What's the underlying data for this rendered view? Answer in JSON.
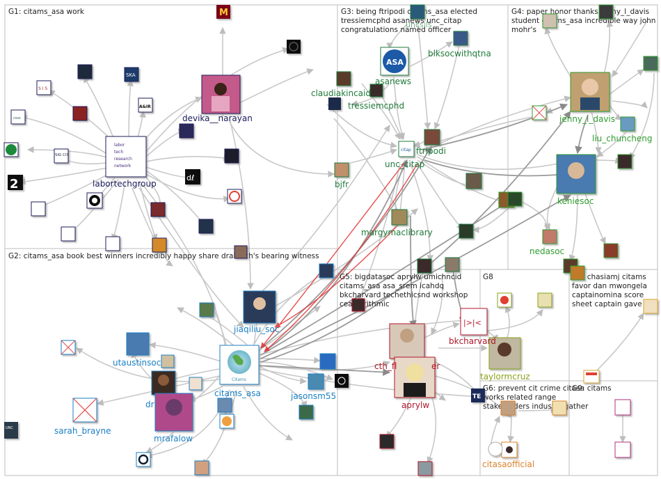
{
  "groups": [
    {
      "id": "G1",
      "title_lines": [
        "G1: citams_asa work"
      ],
      "color": "#222222"
    },
    {
      "id": "G2",
      "title_lines": [
        "G2: citams_asa book best winners incredibly happy share drallirich's bearing witness"
      ],
      "color": "#222222"
    },
    {
      "id": "G3",
      "title_lines": [
        "G3: being ftripodi citams_asa elected",
        "tressiemcphd asanews unc_citap",
        "congratulations named officer"
      ],
      "color": "#222222"
    },
    {
      "id": "G4",
      "title_lines": [
        "G4: paper honor thanks jenny_l_davis",
        "student citams_asa incredible way john",
        "mohr's"
      ],
      "color": "#222222"
    },
    {
      "id": "G5",
      "title_lines": [
        "G5: bigdatasoc aprylw umichncid",
        "citams_asa asa_srem icahdq",
        "bkcharvard techethicsnd workshop",
        "cealgorithmic"
      ],
      "color": "#222222"
    },
    {
      "id": "G6",
      "title_lines": [
        "G6: prevent cit crime citasa",
        "works related range",
        "stakeholders industry gather"
      ],
      "color": "#222222"
    },
    {
      "id": "G7",
      "title_lines": [
        "G7: chasiamj citams",
        "favor dan mwongela",
        "captainomina score",
        "sheet captain gave"
      ],
      "color": "#222222"
    },
    {
      "id": "G8",
      "title_lines": [
        "G8"
      ],
      "color": "#222222"
    },
    {
      "id": "G9",
      "title_lines": [
        "G9: citams"
      ],
      "color": "#222222"
    }
  ],
  "labels": [
    {
      "id": "labortechgroup",
      "text": "labortechgroup",
      "color": "#1a1a5a"
    },
    {
      "id": "devika",
      "text": "devika__narayan",
      "color": "#1a1a5a"
    },
    {
      "id": "citams_asa",
      "text": "citams_asa",
      "color": "#1a7fc4"
    },
    {
      "id": "jiaqiliu",
      "text": "jiaqiliu_soc",
      "color": "#1a7fc4"
    },
    {
      "id": "utaustinsoc",
      "text": "utaustinsoc",
      "color": "#1a7fc4"
    },
    {
      "id": "sarah",
      "text": "sarah_brayne",
      "color": "#1a7fc4"
    },
    {
      "id": "mrafalow",
      "text": "mrafalow",
      "color": "#1a7fc4"
    },
    {
      "id": "dr",
      "text": "dr",
      "color": "#1a7fc4"
    },
    {
      "id": "jasonsm55",
      "text": "jasonsm55",
      "color": "#1a7fc4"
    },
    {
      "id": "asanews",
      "text": "asanews",
      "color": "#1f7a3a"
    },
    {
      "id": "blksoc",
      "text": "blksocwithqtna",
      "color": "#1f7a3a"
    },
    {
      "id": "claudia",
      "text": "claudiakincaid",
      "color": "#1f7a3a"
    },
    {
      "id": "tressie",
      "text": "tressiemcphd",
      "color": "#1f7a3a"
    },
    {
      "id": "ftripodi",
      "text": "ftripodi",
      "color": "#1f7a3a"
    },
    {
      "id": "unc_citap",
      "text": "unc_citap",
      "color": "#1f7a3a"
    },
    {
      "id": "bjfr",
      "text": "bjfr",
      "color": "#1f7a3a"
    },
    {
      "id": "margy",
      "text": "margymaclibrary",
      "color": "#1f7a3a"
    },
    {
      "id": "uncsils",
      "text": "uncsils",
      "color": "#1f7a3a"
    },
    {
      "id": "jenny",
      "text": "jenny_l_davis",
      "color": "#2f9c2f"
    },
    {
      "id": "liu",
      "text": "liu_chuncheng",
      "color": "#2f9c2f"
    },
    {
      "id": "keniesoc",
      "text": "keniesoc",
      "color": "#2f9c2f"
    },
    {
      "id": "nedasoc",
      "text": "nedasoc",
      "color": "#2f9c2f"
    },
    {
      "id": "bkcharvard",
      "text": "bkcharvard",
      "color": "#b0182a"
    },
    {
      "id": "cth",
      "text": "cth_fl",
      "color": "#b0182a"
    },
    {
      "id": "er",
      "text": "er",
      "color": "#b0182a"
    },
    {
      "id": "aprylw",
      "text": "aprylw",
      "color": "#b0182a"
    },
    {
      "id": "taylormcruz",
      "text": "taylormcruz",
      "color": "#8aa21a"
    },
    {
      "id": "citasaofficial",
      "text": "citasaofficial",
      "color": "#d9822b"
    }
  ],
  "icons": {
    "asa_logo_text": "ASA",
    "labortech_lines": [
      "labor",
      "tech",
      "research",
      "network"
    ],
    "d_logo": "dℓ",
    "two_logo": "2",
    "air_logo": "A&IR",
    "sils_logo": "S I S",
    "sig_logo": "SIG CIS",
    "bkc_logo": "|>|<",
    "ite_logo": "TE",
    "unc_logo": "UNC",
    "citams_caption": "Citams"
  },
  "colors": {
    "edge": "#c8c8c8",
    "edge_dark": "#9a9a9a",
    "edge_red": "#e03030",
    "frame": "#bdbdbd"
  }
}
